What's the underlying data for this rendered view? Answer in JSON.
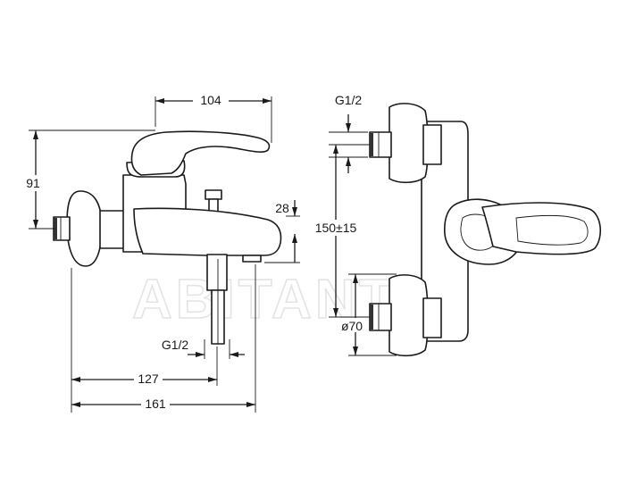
{
  "watermark": "ABITANT",
  "dimensions": {
    "top_width": "104",
    "lever_height": "91",
    "spout_height": "28",
    "outlet_thread": "G1/2",
    "outlet_distance": "127",
    "overall_width": "161",
    "inlet_thread": "G1/2",
    "centre_distance": "150±15",
    "flange_diameter": "ø70"
  }
}
